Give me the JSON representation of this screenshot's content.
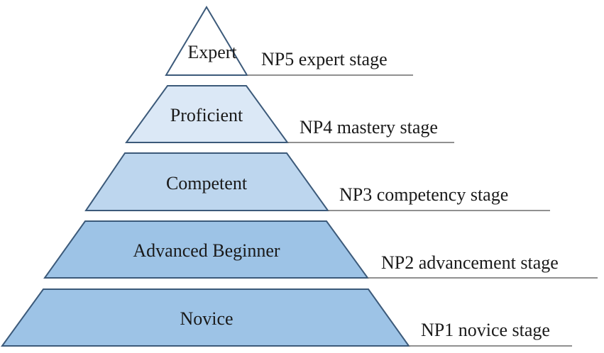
{
  "tiers": [
    {
      "label": "Expert",
      "stage": "NP5  expert stage",
      "fill": "#ffffff"
    },
    {
      "label": "Proficient",
      "stage": "NP4  mastery stage",
      "fill": "#dbe8f6"
    },
    {
      "label": "Competent",
      "stage": "NP3  competency stage",
      "fill": "#bdd6ee"
    },
    {
      "label": "Advanced Beginner",
      "stage": "NP2  advancement stage",
      "fill": "#9dc3e6"
    },
    {
      "label": "Novice",
      "stage": "NP1 novice stage",
      "fill": "#9dc3e6"
    }
  ],
  "colors": {
    "outline": "#3c5a7a",
    "text": "#1a1a1a",
    "underline": "#6b6b6b"
  }
}
